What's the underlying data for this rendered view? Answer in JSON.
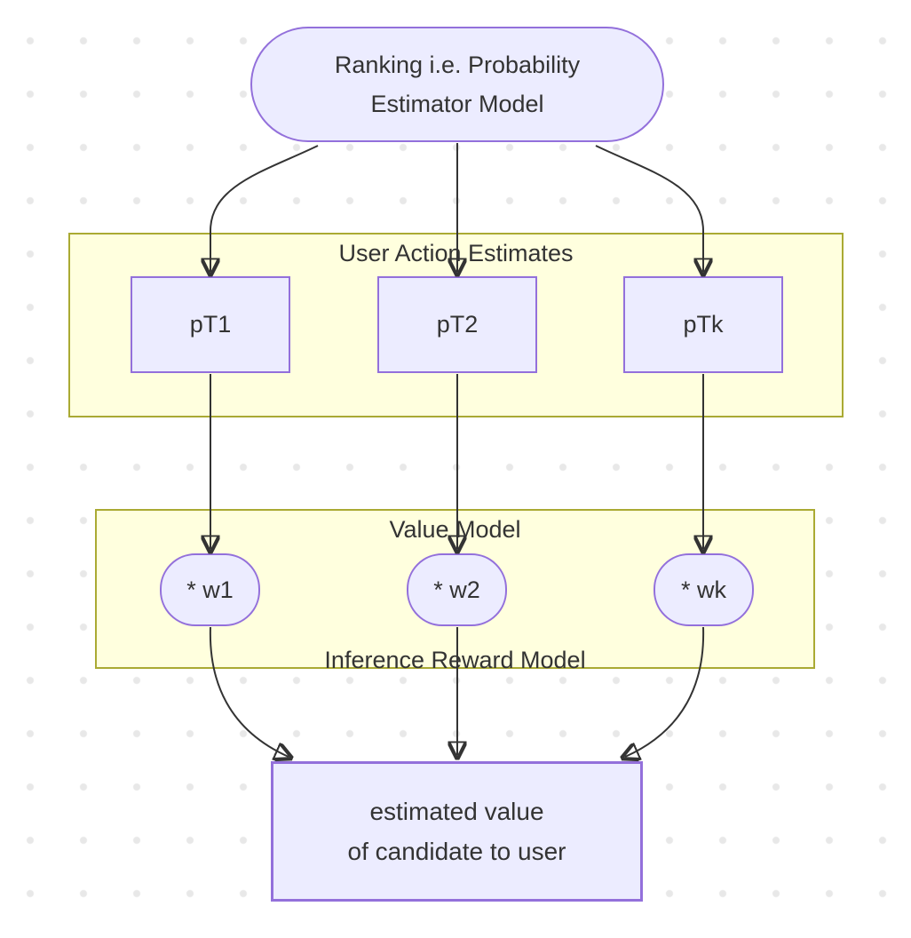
{
  "diagram": {
    "type": "flowchart",
    "nodes": {
      "ranking": {
        "shape": "stadium",
        "lines": [
          "Ranking i.e. Probability",
          "Estimator Model"
        ]
      },
      "pt1": {
        "label": "pT1"
      },
      "pt2": {
        "label": "pT2"
      },
      "ptk": {
        "label": "pTk"
      },
      "w1": {
        "label": "* w1"
      },
      "w2": {
        "label": "* w2"
      },
      "wk": {
        "label": "* wk"
      },
      "output": {
        "shape": "rect",
        "lines": [
          "estimated value",
          "of candidate to user"
        ]
      }
    },
    "clusters": {
      "user_action_estimates": {
        "label": "User Action Estimates"
      },
      "value_model": {
        "top_label": "Value Model",
        "bottom_label": "Inference Reward Model"
      }
    },
    "edges": [
      {
        "from": "ranking",
        "to": "pt1"
      },
      {
        "from": "ranking",
        "to": "pt2"
      },
      {
        "from": "ranking",
        "to": "ptk"
      },
      {
        "from": "pt1",
        "to": "w1"
      },
      {
        "from": "pt2",
        "to": "w2"
      },
      {
        "from": "ptk",
        "to": "wk"
      },
      {
        "from": "w1",
        "to": "output"
      },
      {
        "from": "w2",
        "to": "output"
      },
      {
        "from": "wk",
        "to": "output"
      }
    ],
    "colors": {
      "node_fill": "#ECECFF",
      "node_border": "#9370DB",
      "cluster_fill": "#FFFFDE",
      "cluster_border": "#AAAA33",
      "edge": "#333333",
      "text": "#333333",
      "background_dots": "#E8E8E8",
      "background": "#FFFFFF"
    }
  }
}
